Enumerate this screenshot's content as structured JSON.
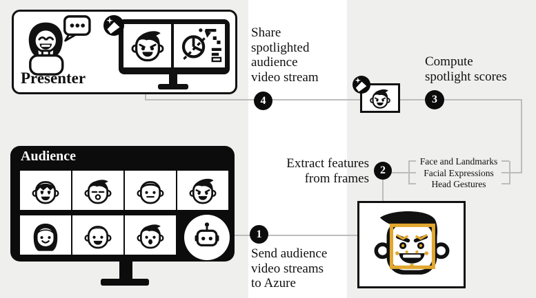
{
  "colors": {
    "page_bg": "#efefee",
    "band_bg": "#ffffff",
    "ink": "#111111",
    "connector_gray": "#bcbcbc",
    "landmark_yellow": "#e2a72e"
  },
  "presenter": {
    "label": "Presenter"
  },
  "audience": {
    "label": "Audience",
    "tiles": [
      {
        "icon": "face-heart-eyes-icon"
      },
      {
        "icon": "face-bored-icon"
      },
      {
        "icon": "face-neutral-icon"
      },
      {
        "icon": "face-excited-icon"
      },
      {
        "icon": "face-girl-smile-icon"
      },
      {
        "icon": "face-smile-icon"
      },
      {
        "icon": "face-surprised-icon"
      },
      {
        "icon": "robot-icon"
      }
    ]
  },
  "steps": {
    "s1": {
      "number": "1",
      "label": "Send audience\nvideo streams\nto Azure"
    },
    "s2": {
      "number": "2",
      "label": "Extract features\nfrom frames"
    },
    "s3": {
      "number": "3",
      "label": "Compute\nspotlight scores"
    },
    "s4": {
      "number": "4",
      "label": "Share\nspotlighted\naudience\nvideo stream"
    }
  },
  "features": [
    "Face and Landmarks",
    "Facial Expressions",
    "Head Gestures"
  ]
}
